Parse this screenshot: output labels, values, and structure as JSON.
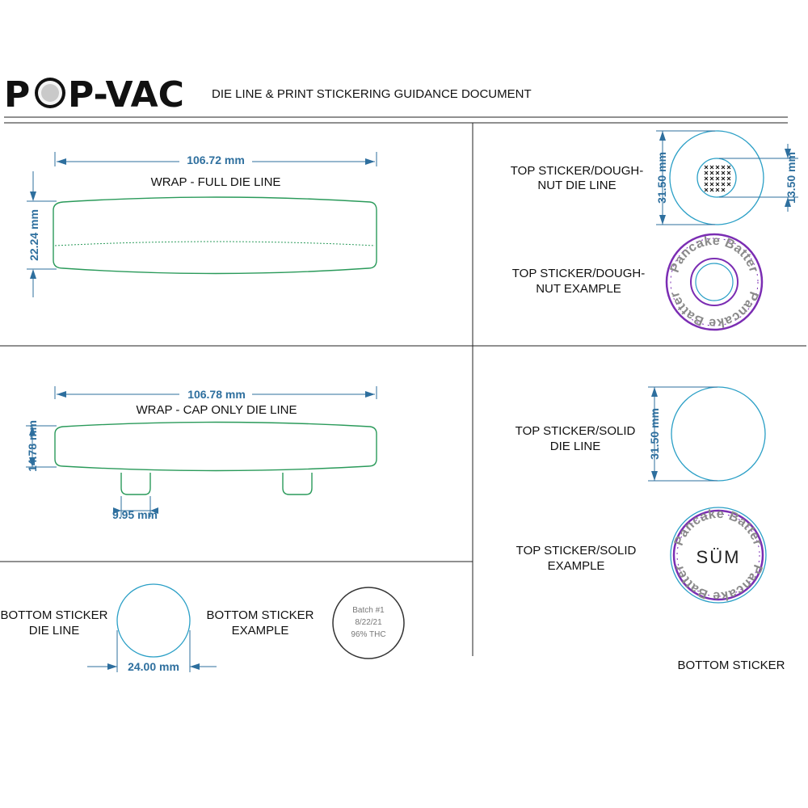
{
  "header": {
    "logo_left": "P",
    "logo_right": "P-VAC",
    "title": "DIE LINE & PRINT STICKERING GUIDANCE DOCUMENT"
  },
  "wrap_full": {
    "width_dim": "106.72 mm",
    "label": "WRAP - FULL DIE LINE",
    "height_dim": "22.24 mm"
  },
  "wrap_cap": {
    "width_dim": "106.78 mm",
    "label": "WRAP - CAP  ONLY DIE LINE",
    "height_dim": "14.78 mm",
    "tab_dim": "9.95 mm"
  },
  "bottom_sticker": {
    "die_label_1": "BOTTOM STICKER",
    "die_label_2": "DIE LINE",
    "diameter_dim": "24.00 mm",
    "example_label_1": "BOTTOM STICKER",
    "example_label_2": "EXAMPLE",
    "example_line_1": "Batch #1",
    "example_line_2": "8/22/21",
    "example_line_3": "96% THC"
  },
  "top_donut": {
    "die_label_1": "TOP STICKER/DOUGH-",
    "die_label_2": "NUT DIE LINE",
    "outer_dim": "31.50 mm",
    "inner_dim": "13.50 mm",
    "example_label_1": "TOP STICKER/DOUGH-",
    "example_label_2": "NUT EXAMPLE",
    "sticker_text": "Pancake Batter"
  },
  "top_solid": {
    "die_label_1": "TOP STICKER/SOLID",
    "die_label_2": "DIE LINE",
    "diameter_dim": "31.50 mm",
    "example_label_1": "TOP STICKER/SOLID",
    "example_label_2": "EXAMPLE",
    "sticker_text": "Pancake Batter",
    "brand": "SÜM"
  },
  "footer_right": "BOTTOM STICKER",
  "colors": {
    "dimension_blue": "#2e6f9e",
    "die_green": "#2a9a5a",
    "die_cyan": "#2a9fc6",
    "accent_purple": "#7b2db3"
  }
}
